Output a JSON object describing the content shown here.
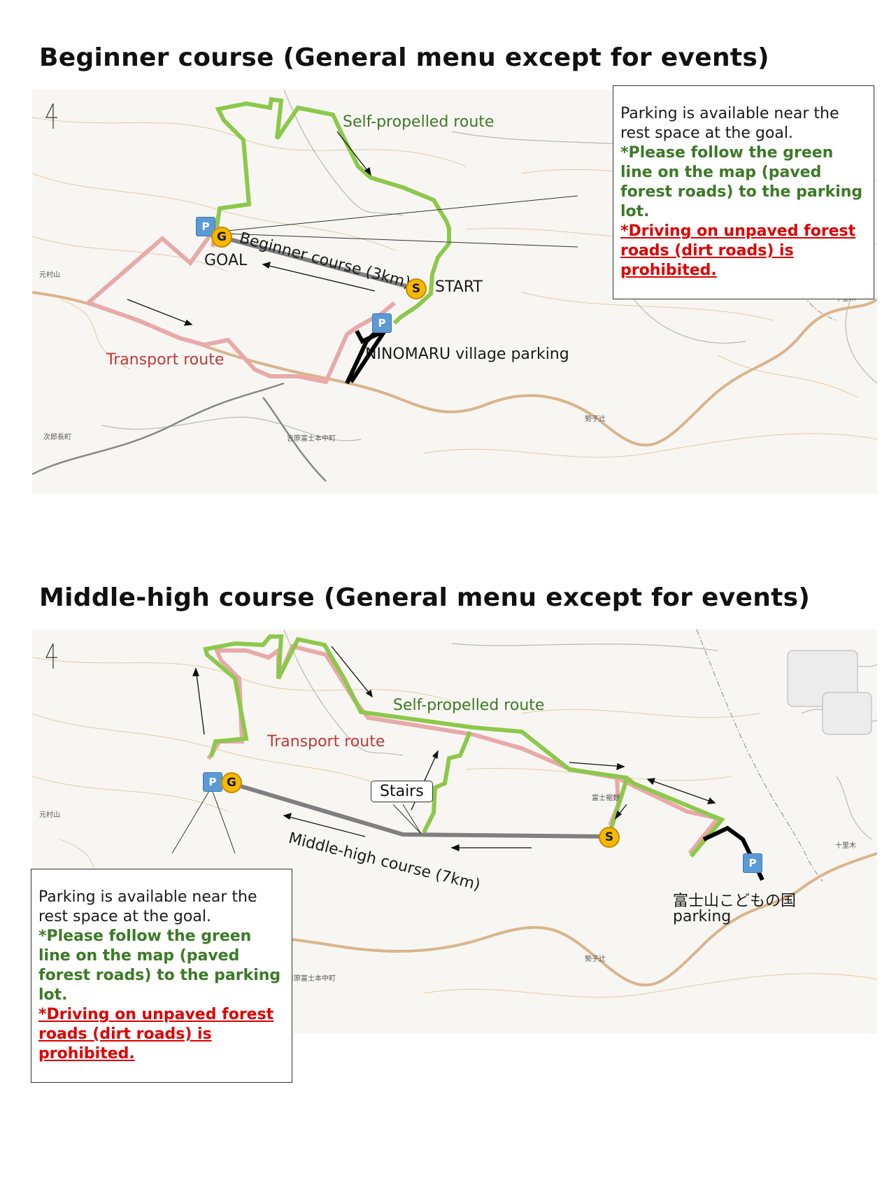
{
  "beginner": {
    "title": "Beginner course (General menu except for events)",
    "labels": {
      "self_propelled": "Self-propelled route",
      "transport": "Transport route",
      "course": "Beginner course (3km)",
      "goal": "GOAL",
      "start": "START",
      "parking_name": "NINOMARU village parking"
    },
    "callout": {
      "line1": "Parking is available near the rest space at the goal.",
      "line2": "*Please follow the green line on the map (paved forest roads) to the parking lot.",
      "line3": "*Driving on unpaved forest roads (dirt roads) is prohibited."
    }
  },
  "middle": {
    "title": "Middle-high course (General menu except for events)",
    "labels": {
      "self_propelled": "Self-propelled route",
      "transport": "Transport route",
      "course": "Middle-high course (7km)",
      "stairs": "Stairs",
      "parking_name_1": "富士山こどもの国",
      "parking_name_2": "parking"
    },
    "callout": {
      "line1": "Parking is available near the rest space at the goal.",
      "line2": "*Please follow the green line on the map (paved forest roads) to the parking lot.",
      "line3": "*Driving on unpaved forest roads (dirt roads) is prohibited."
    }
  },
  "markers": {
    "goal": "G",
    "start": "S",
    "parking": "P"
  },
  "map_place_names": {
    "motomurayama": "元村山",
    "jirocho": "次郎長町",
    "yoshiwara": "吉原富士本中町",
    "juriki": "十里木",
    "seikoshi": "勢子辻",
    "fujiyama_area": "富士裾野"
  },
  "colors": {
    "self_propelled": "#8cc84b",
    "transport": "#e8a9a9",
    "course": "#7f7f7f",
    "parking_access": "#000000",
    "road": "#d9b48c",
    "marker": "#f5b800",
    "parking_icon": "#5b9bd5"
  },
  "icons": {
    "parking": "parking-icon",
    "goal": "goal-marker-icon",
    "start": "start-marker-icon"
  }
}
